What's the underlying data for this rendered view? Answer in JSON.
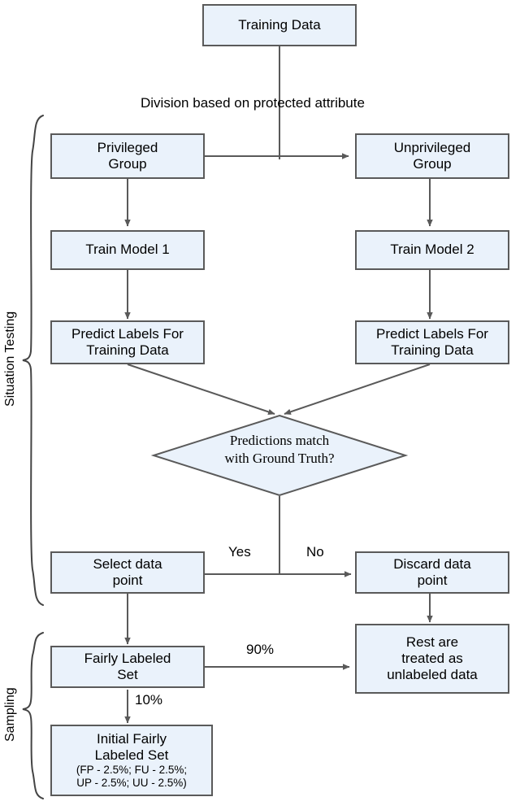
{
  "diagram": {
    "title_note": "Division based on protected attribute",
    "nodes": {
      "training_data": {
        "line1": "Training Data"
      },
      "privileged_group": {
        "line1": "Privileged",
        "line2": "Group"
      },
      "unprivileged_group": {
        "line1": "Unprivileged",
        "line2": "Group"
      },
      "train_model_1": {
        "line1": "Train Model 1"
      },
      "train_model_2": {
        "line1": "Train Model 2"
      },
      "predict_left": {
        "line1": "Predict Labels For",
        "line2": "Training Data"
      },
      "predict_right": {
        "line1": "Predict Labels For",
        "line2": "Training Data"
      },
      "decision": {
        "line1": "Predictions match",
        "line2": "with Ground Truth?"
      },
      "select_data_point": {
        "line1": "Select data",
        "line2": "point"
      },
      "discard_data_point": {
        "line1": "Discard data",
        "line2": "point"
      },
      "fairly_labeled_set": {
        "line1": "Fairly Labeled",
        "line2": "Set"
      },
      "rest_unlabeled": {
        "line1": "Rest are",
        "line2": "treated as",
        "line3": "unlabeled data"
      },
      "initial_fairly_labeled_set": {
        "line1": "Initial Fairly",
        "line2": "Labeled Set",
        "sub1": "(FP - 2.5%; FU - 2.5%;",
        "sub2": "UP - 2.5%; UU - 2.5%)"
      }
    },
    "edge_labels": {
      "yes": "Yes",
      "no": "No",
      "ninety_percent": "90%",
      "ten_percent": "10%"
    },
    "phases": {
      "situation_testing": "Situation Testing",
      "sampling": "Sampling"
    },
    "colors": {
      "node_fill": "#eaf2fb",
      "node_border": "#5a5a5a",
      "connector": "#595959",
      "background": "#ffffff",
      "text": "#000000"
    }
  }
}
